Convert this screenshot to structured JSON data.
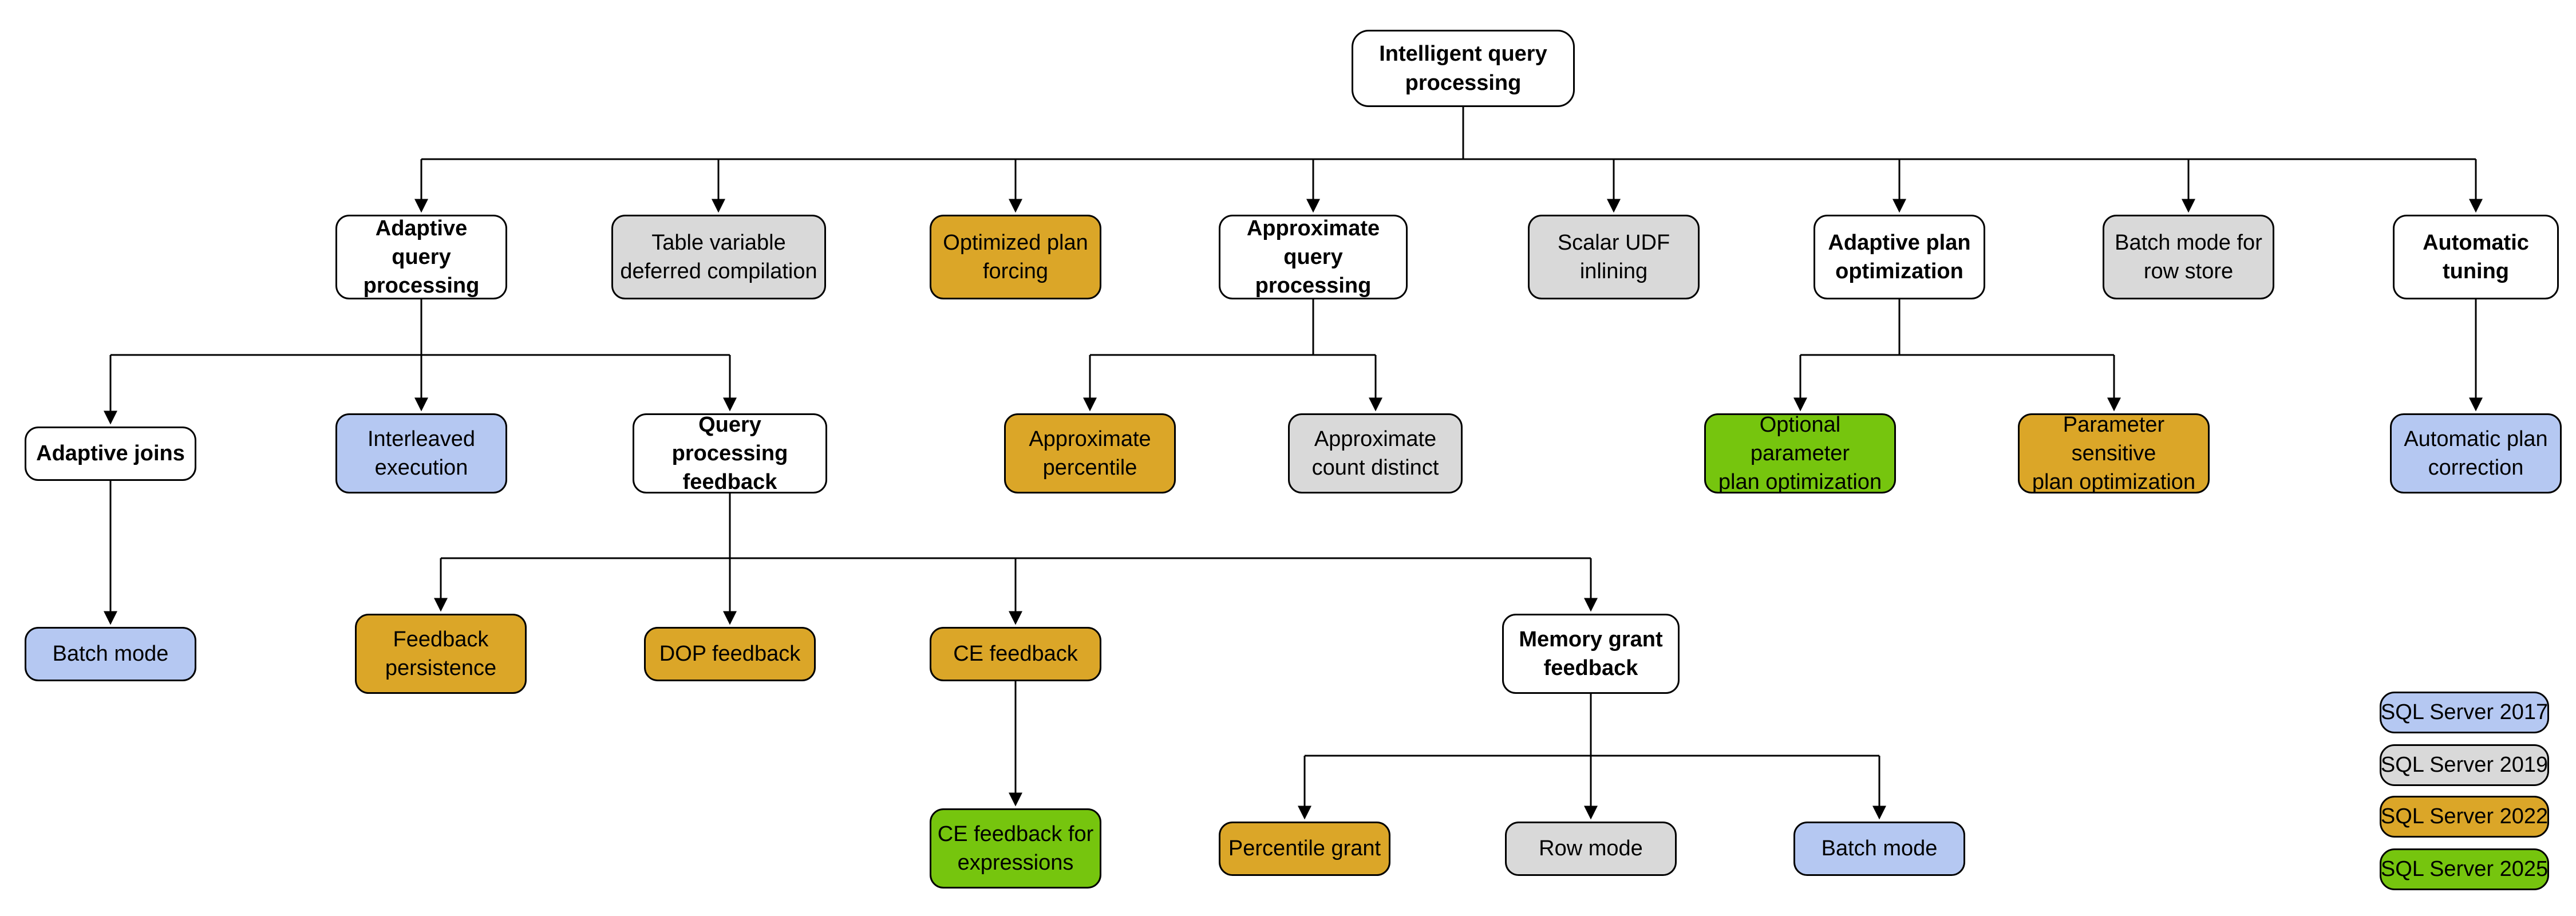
{
  "diagram_title": "Intelligent query processing feature family",
  "palette": {
    "white": "#ffffff",
    "blue": "#b5c8f2",
    "gray": "#d9d9d9",
    "gold": "#dba628",
    "green": "#76c50e",
    "border": "#000000",
    "line": "#000000"
  },
  "nodes": {
    "intelligent_query_processing": {
      "label": "Intelligent query\nprocessing",
      "version": "white"
    },
    "adaptive_query_processing": {
      "label": "Adaptive query\nprocessing",
      "version": "white"
    },
    "table_variable_deferred_compilation": {
      "label": "Table variable\ndeferred compilation",
      "version": "gray"
    },
    "optimized_plan_forcing": {
      "label": "Optimized plan\nforcing",
      "version": "gold"
    },
    "approximate_query_processing": {
      "label": "Approximate\nquery processing",
      "version": "white"
    },
    "scalar_udf_inlining": {
      "label": "Scalar UDF\ninlining",
      "version": "gray"
    },
    "adaptive_plan_optimization": {
      "label": "Adaptive plan\noptimization",
      "version": "white"
    },
    "batch_mode_for_row_store": {
      "label": "Batch mode for\nrow store",
      "version": "gray"
    },
    "automatic_tuning": {
      "label": "Automatic\ntuning",
      "version": "white"
    },
    "adaptive_joins": {
      "label": "Adaptive joins",
      "version": "white"
    },
    "interleaved_execution": {
      "label": "Interleaved\nexecution",
      "version": "blue"
    },
    "query_processing_feedback": {
      "label": "Query processing\nfeedback",
      "version": "white"
    },
    "approximate_percentile": {
      "label": "Approximate\npercentile",
      "version": "gold"
    },
    "approximate_count_distinct": {
      "label": "Approximate\ncount distinct",
      "version": "gray"
    },
    "optional_parameter_plan_optimization": {
      "label": "Optional parameter\nplan optimization",
      "version": "green"
    },
    "parameter_sensitive_plan_optimization": {
      "label": "Parameter sensitive\nplan optimization",
      "version": "gold"
    },
    "automatic_plan_correction": {
      "label": "Automatic plan\ncorrection",
      "version": "blue"
    },
    "batch_mode_adaptive_joins": {
      "label": "Batch mode",
      "version": "blue"
    },
    "feedback_persistence": {
      "label": "Feedback\npersistence",
      "version": "gold"
    },
    "dop_feedback": {
      "label": "DOP feedback",
      "version": "gold"
    },
    "ce_feedback": {
      "label": "CE feedback",
      "version": "gold"
    },
    "memory_grant_feedback": {
      "label": "Memory grant\nfeedback",
      "version": "white"
    },
    "ce_feedback_for_expressions": {
      "label": "CE feedback for\nexpressions",
      "version": "green"
    },
    "percentile_grant": {
      "label": "Percentile grant",
      "version": "gold"
    },
    "row_mode": {
      "label": "Row mode",
      "version": "gray"
    },
    "batch_mode_memory_grant": {
      "label": "Batch mode",
      "version": "blue"
    }
  },
  "hierarchy": {
    "intelligent_query_processing": [
      "adaptive_query_processing",
      "table_variable_deferred_compilation",
      "optimized_plan_forcing",
      "approximate_query_processing",
      "scalar_udf_inlining",
      "adaptive_plan_optimization",
      "batch_mode_for_row_store",
      "automatic_tuning"
    ],
    "adaptive_query_processing": [
      "adaptive_joins",
      "interleaved_execution",
      "query_processing_feedback"
    ],
    "approximate_query_processing": [
      "approximate_percentile",
      "approximate_count_distinct"
    ],
    "adaptive_plan_optimization": [
      "optional_parameter_plan_optimization",
      "parameter_sensitive_plan_optimization"
    ],
    "automatic_tuning": [
      "automatic_plan_correction"
    ],
    "adaptive_joins": [
      "batch_mode_adaptive_joins"
    ],
    "query_processing_feedback": [
      "feedback_persistence",
      "dop_feedback",
      "ce_feedback",
      "memory_grant_feedback"
    ],
    "ce_feedback": [
      "ce_feedback_for_expressions"
    ],
    "memory_grant_feedback": [
      "percentile_grant",
      "row_mode",
      "batch_mode_memory_grant"
    ]
  },
  "legend": {
    "items": [
      {
        "label": "SQL Server 2017",
        "version": "blue"
      },
      {
        "label": "SQL Server 2019",
        "version": "gray"
      },
      {
        "label": "SQL Server 2022",
        "version": "gold"
      },
      {
        "label": "SQL Server 2025",
        "version": "green"
      }
    ]
  }
}
